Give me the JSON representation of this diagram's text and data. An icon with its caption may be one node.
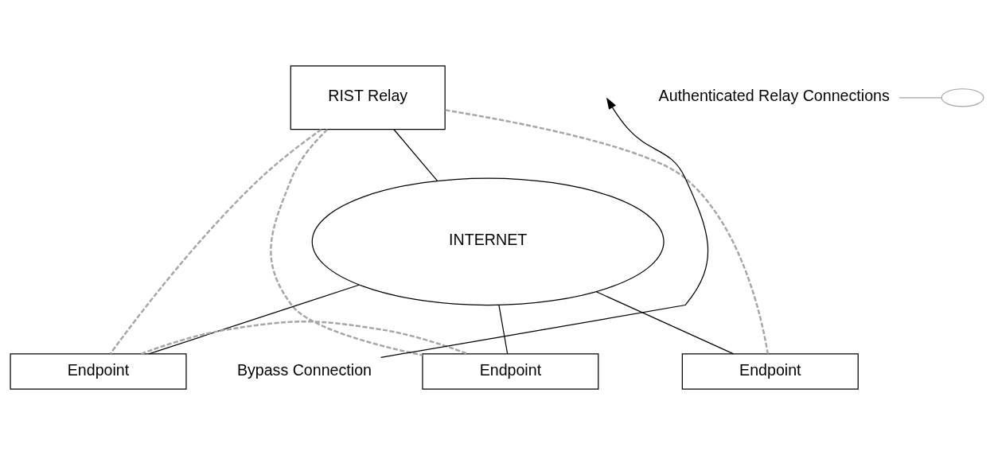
{
  "diagram": {
    "nodes": [
      {
        "text": [
          "RIST Relay"
        ]
      },
      {
        "text": [
          "INTERNET"
        ]
      },
      {
        "text": [
          "Endpoint"
        ]
      },
      {
        "text": [
          "Endpoint"
        ]
      },
      {
        "text": [
          "Endpoint"
        ]
      },
      {
        "text": [
          "Authenticated Relay Connections"
        ]
      },
      {
        "text": [],
        "shape": "ellipse"
      },
      {
        "text": [
          "Bypass Connection"
        ]
      }
    ],
    "edges": [
      {
        "from": 0,
        "to": 1,
        "arrow": "none"
      },
      {
        "from": 1,
        "to": 2,
        "arrow": "none"
      },
      {
        "from": 1,
        "to": 3,
        "arrow": "none"
      },
      {
        "from": 1,
        "to": 4,
        "arrow": "none"
      },
      {
        "from": 0,
        "to": 2,
        "arrow": "none",
        "style": "dashed",
        "color": "#a6a6a6"
      },
      {
        "from": 0,
        "to": 3,
        "arrow": "none",
        "style": "dashed",
        "color": "#a6a6a6"
      },
      {
        "from": 0,
        "to": 4,
        "arrow": "none",
        "style": "dashed",
        "color": "#a6a6a6"
      },
      {
        "from": 2,
        "to": 3,
        "arrow": "none",
        "style": "dashed",
        "color": "#a6a6a6"
      },
      {
        "from": 5,
        "to": 6,
        "arrow": "none",
        "color": "#a6a6a6"
      },
      {
        "from": 7,
        "to": null,
        "arrow": "to"
      }
    ]
  }
}
